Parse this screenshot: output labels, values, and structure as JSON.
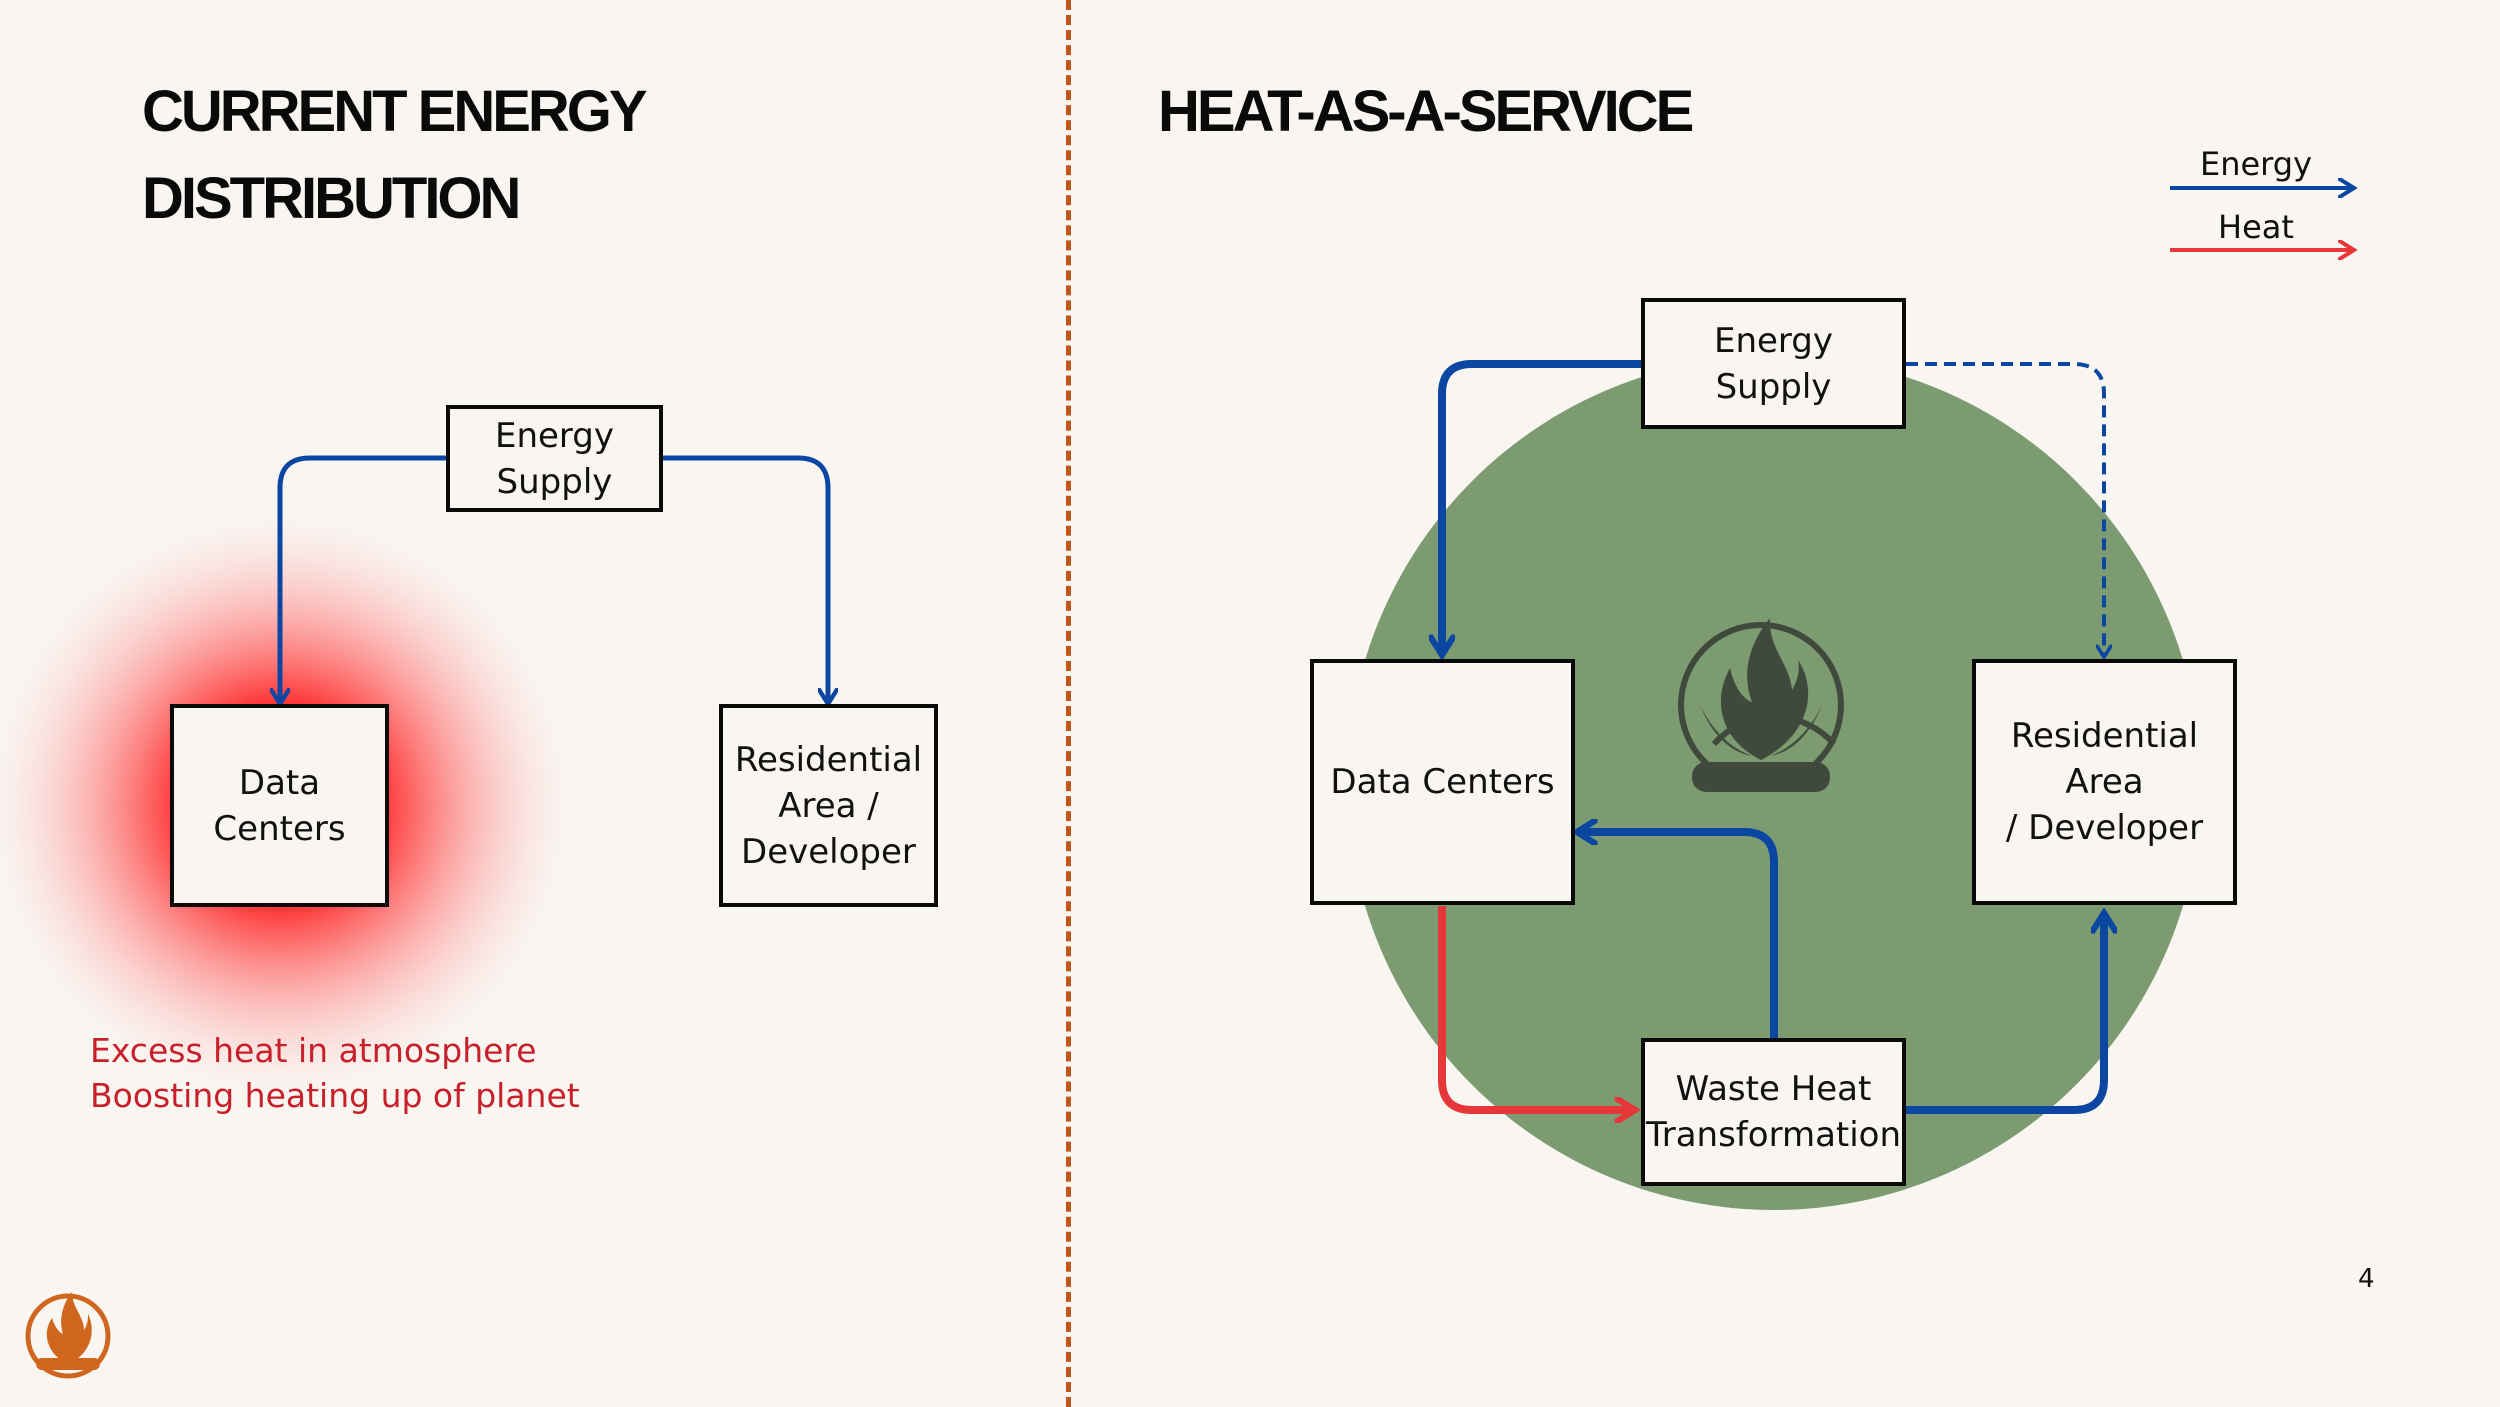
{
  "left": {
    "title_line1": "CURRENT ENERGY",
    "title_line2": "DISTRIBUTION",
    "energy_supply": [
      "Energy",
      "Supply"
    ],
    "data_centers": "Data Centers",
    "residential": [
      "Residential",
      "Area /",
      "Developer"
    ],
    "excess_heat": [
      "Excess heat in atmosphere",
      "Boosting heating up of planet"
    ]
  },
  "right": {
    "title": "HEAT-AS-A-SERVICE",
    "energy_supply": "Energy Supply",
    "data_centers": "Data Centers",
    "residential": [
      "Residential Area",
      "/ Developer"
    ],
    "waste_heat": [
      "Waste Heat",
      "Transformation"
    ]
  },
  "legend": {
    "energy": "Energy",
    "heat": "Heat"
  },
  "page_number": "4",
  "colors": {
    "energy_arrow": "#0b46a3",
    "heat_arrow": "#e8373b",
    "circle": "#7c9b70",
    "divider": "#c0561a",
    "excess_text": "#c8202a",
    "logo_dark": "#3f4a3d",
    "logo_orange": "#d0661e"
  },
  "icons": {
    "center_logo": "flame-circle-icon",
    "corner_logo": "flame-circle-icon"
  }
}
